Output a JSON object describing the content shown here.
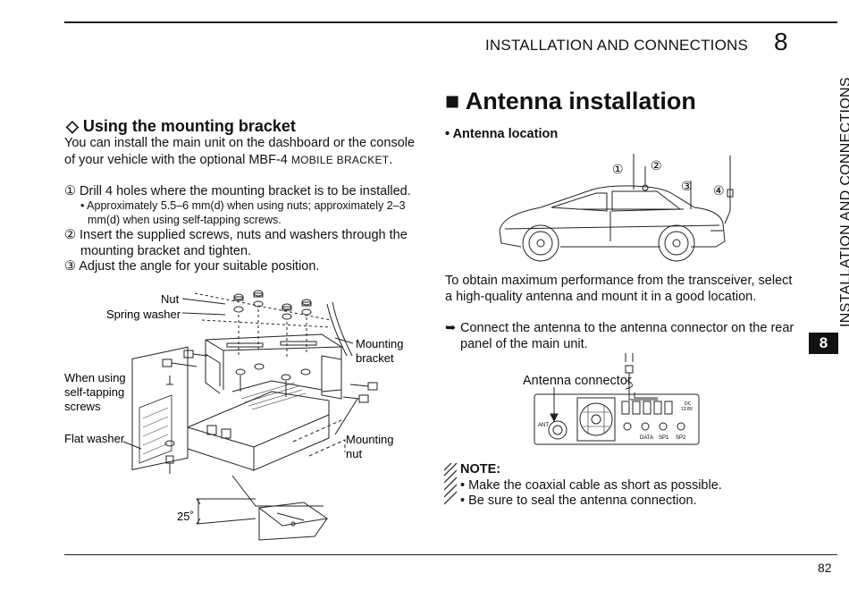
{
  "header": {
    "title": "INSTALLATION AND CONNECTIONS",
    "chapter": "8"
  },
  "side_tab": {
    "text": "INSTALLATION AND CONNECTIONS",
    "number": "8"
  },
  "page_number": "82",
  "left": {
    "heading": "◇ Using the mounting bracket",
    "intro_1": "You can install the main unit on the dashboard or the console",
    "intro_2a": "of your vehicle with the optional MBF-4 ",
    "intro_2b": "MOBILE BRACKET",
    "intro_2c": ".",
    "step1": "① Drill 4 holes where the mounting bracket is to be installed.",
    "step1_note_1": "• Approximately 5.5–6 mm(d) when using nuts; approximately 2–3",
    "step1_note_2": "mm(d) when using self-tapping screws.",
    "step2_1": "② Insert the supplied screws, nuts and washers through the",
    "step2_2": "mounting bracket and tighten.",
    "step3": "③ Adjust the angle for your suitable position.",
    "diagram": {
      "nut": "Nut",
      "spring_washer": "Spring washer",
      "mounting_bracket_1": "Mounting",
      "mounting_bracket_2": "bracket",
      "self_tapping_1": "When using",
      "self_tapping_2": "self-tapping",
      "self_tapping_3": "screws",
      "flat_washer": "Flat washer",
      "mounting_nut_1": "Mounting",
      "mounting_nut_2": "nut",
      "angle": "25˚"
    }
  },
  "right": {
    "heading": "■ Antenna installation",
    "subheading": "• Antenna location",
    "car_labels": [
      "①",
      "②",
      "③",
      "④"
    ],
    "para_1": "To obtain maximum performance from the transceiver, select",
    "para_2": "a high-quality antenna and mount it in a good location.",
    "arrow_1": "Connect the antenna to the antenna connector on the rear",
    "arrow_2": "panel of the main unit.",
    "antenna_connector": "Antenna connector",
    "panel_labels": {
      "ant": "ANT",
      "data": "DATA",
      "sp1": "SP1",
      "sp2": "SP2",
      "dc_1": "DC",
      "dc_2": "13.8V"
    },
    "note_title": "NOTE:",
    "note_1": "• Make the coaxial cable as short as possible.",
    "note_2": "• Be sure to seal the antenna connection."
  }
}
